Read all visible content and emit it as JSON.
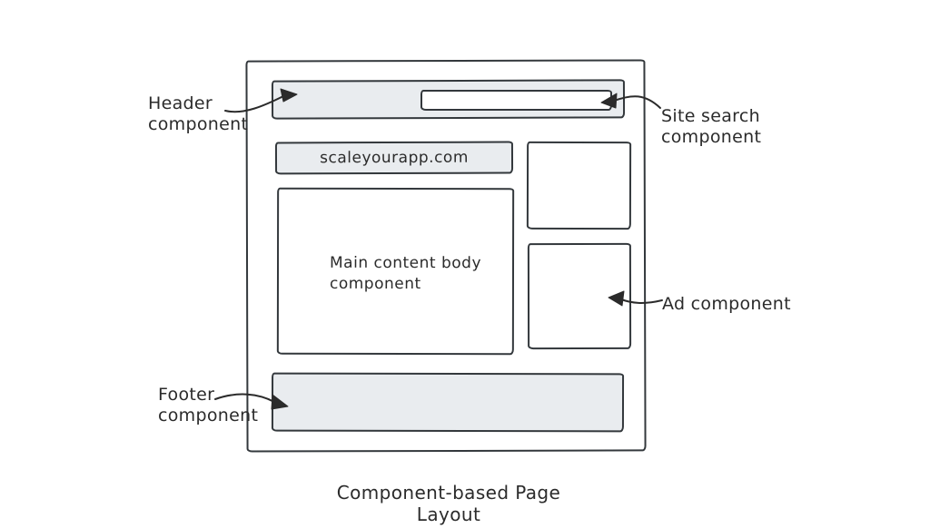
{
  "caption": "Component-based Page Layout",
  "colors": {
    "background": "#ffffff",
    "stroke": "#2b2b2b",
    "component_fill": "#e9ecef",
    "box_fill": "#ffffff"
  },
  "wireframe": {
    "site_url": "scaleyourapp.com",
    "main_content": "Main content body\ncomponent"
  },
  "labels": {
    "header": "Header\ncomponent",
    "site_search": "Site search\ncomponent",
    "ad": "Ad component",
    "footer": "Footer\ncomponent"
  }
}
